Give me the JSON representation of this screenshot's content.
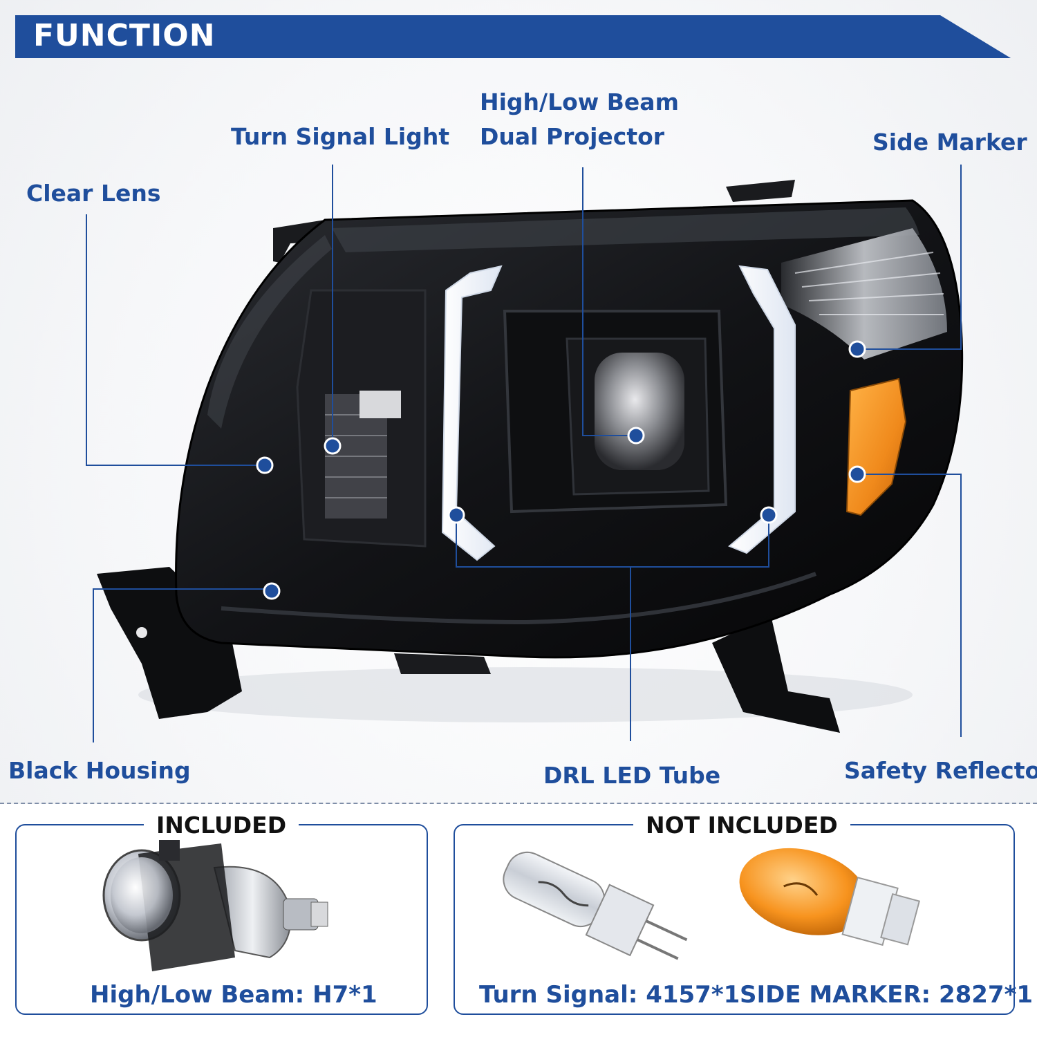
{
  "header": {
    "title": "FUNCTION"
  },
  "callouts": {
    "turn_signal": "Turn Signal Light",
    "beam_line1": "High/Low Beam",
    "beam_line2": "Dual Projector",
    "side_marker": "Side Marker",
    "clear_lens": "Clear Lens",
    "black_housing": "Black Housing",
    "drl": "DRL LED Tube",
    "safety_reflector": "Safety Reflector"
  },
  "included": {
    "title": "INCLUDED",
    "caption": "High/Low Beam: H7*1"
  },
  "not_included": {
    "title": "NOT INCLUDED",
    "caption_turn": "Turn Signal: 4157*1",
    "caption_marker": "SIDE MARKER: 2827*1"
  },
  "colors": {
    "accent": "#1f4e9c",
    "amber": "#f08a1c",
    "housing": "#141518"
  }
}
